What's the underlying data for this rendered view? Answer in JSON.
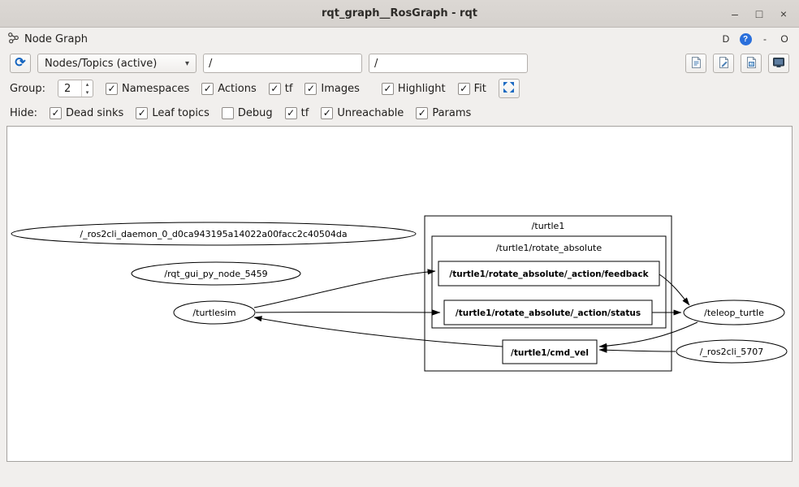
{
  "window": {
    "title": "rqt_graph__RosGraph - rqt"
  },
  "icons": {
    "check": "✓",
    "minimize": "–",
    "maximize": "□",
    "close": "×",
    "refresh": "⟳",
    "combo_arrow": "▾",
    "spin_up": "▴",
    "spin_down": "▾",
    "detach": "D",
    "help": "?",
    "panel_minimize": "-",
    "panel_close": "O"
  },
  "panel": {
    "title": "Node Graph"
  },
  "toolbar": {
    "graph_type": "Nodes/Topics (active)",
    "node_filter": "/",
    "topic_filter": "/"
  },
  "options": {
    "group_label": "Group:",
    "group_value": "2",
    "items": [
      {
        "label": "Namespaces",
        "checked": true
      },
      {
        "label": "Actions",
        "checked": true
      },
      {
        "label": "tf",
        "checked": true
      },
      {
        "label": "Images",
        "checked": true
      },
      {
        "label": "Highlight",
        "checked": true
      },
      {
        "label": "Fit",
        "checked": true
      }
    ]
  },
  "hide": {
    "label": "Hide:",
    "items": [
      {
        "label": "Dead sinks",
        "checked": true
      },
      {
        "label": "Leaf topics",
        "checked": true
      },
      {
        "label": "Debug",
        "checked": false
      },
      {
        "label": "tf",
        "checked": true
      },
      {
        "label": "Unreachable",
        "checked": true
      },
      {
        "label": "Params",
        "checked": true
      }
    ]
  },
  "graph": {
    "nodes": {
      "daemon": "/_ros2cli_daemon_0_d0ca943195a14022a00facc2c40504da",
      "rqt_gui": "/rqt_gui_py_node_5459",
      "turtlesim": "/turtlesim",
      "teleop": "/teleop_turtle",
      "ros2cli": "/_ros2cli_5707"
    },
    "clusters": {
      "turtle1": "/turtle1",
      "rotate_absolute": "/turtle1/rotate_absolute"
    },
    "topics": {
      "feedback": "/turtle1/rotate_absolute/_action/feedback",
      "status": "/turtle1/rotate_absolute/_action/status",
      "cmd_vel": "/turtle1/cmd_vel"
    },
    "edges": [
      {
        "from": "/turtlesim",
        "to": "/turtle1/rotate_absolute/_action/feedback"
      },
      {
        "from": "/turtlesim",
        "to": "/turtle1/rotate_absolute/_action/status"
      },
      {
        "from": "/turtle1/rotate_absolute/_action/feedback",
        "to": "/teleop_turtle"
      },
      {
        "from": "/turtle1/rotate_absolute/_action/status",
        "to": "/teleop_turtle"
      },
      {
        "from": "/teleop_turtle",
        "to": "/turtle1/cmd_vel"
      },
      {
        "from": "/_ros2cli_5707",
        "to": "/turtle1/cmd_vel"
      },
      {
        "from": "/turtle1/cmd_vel",
        "to": "/turtlesim"
      }
    ]
  }
}
